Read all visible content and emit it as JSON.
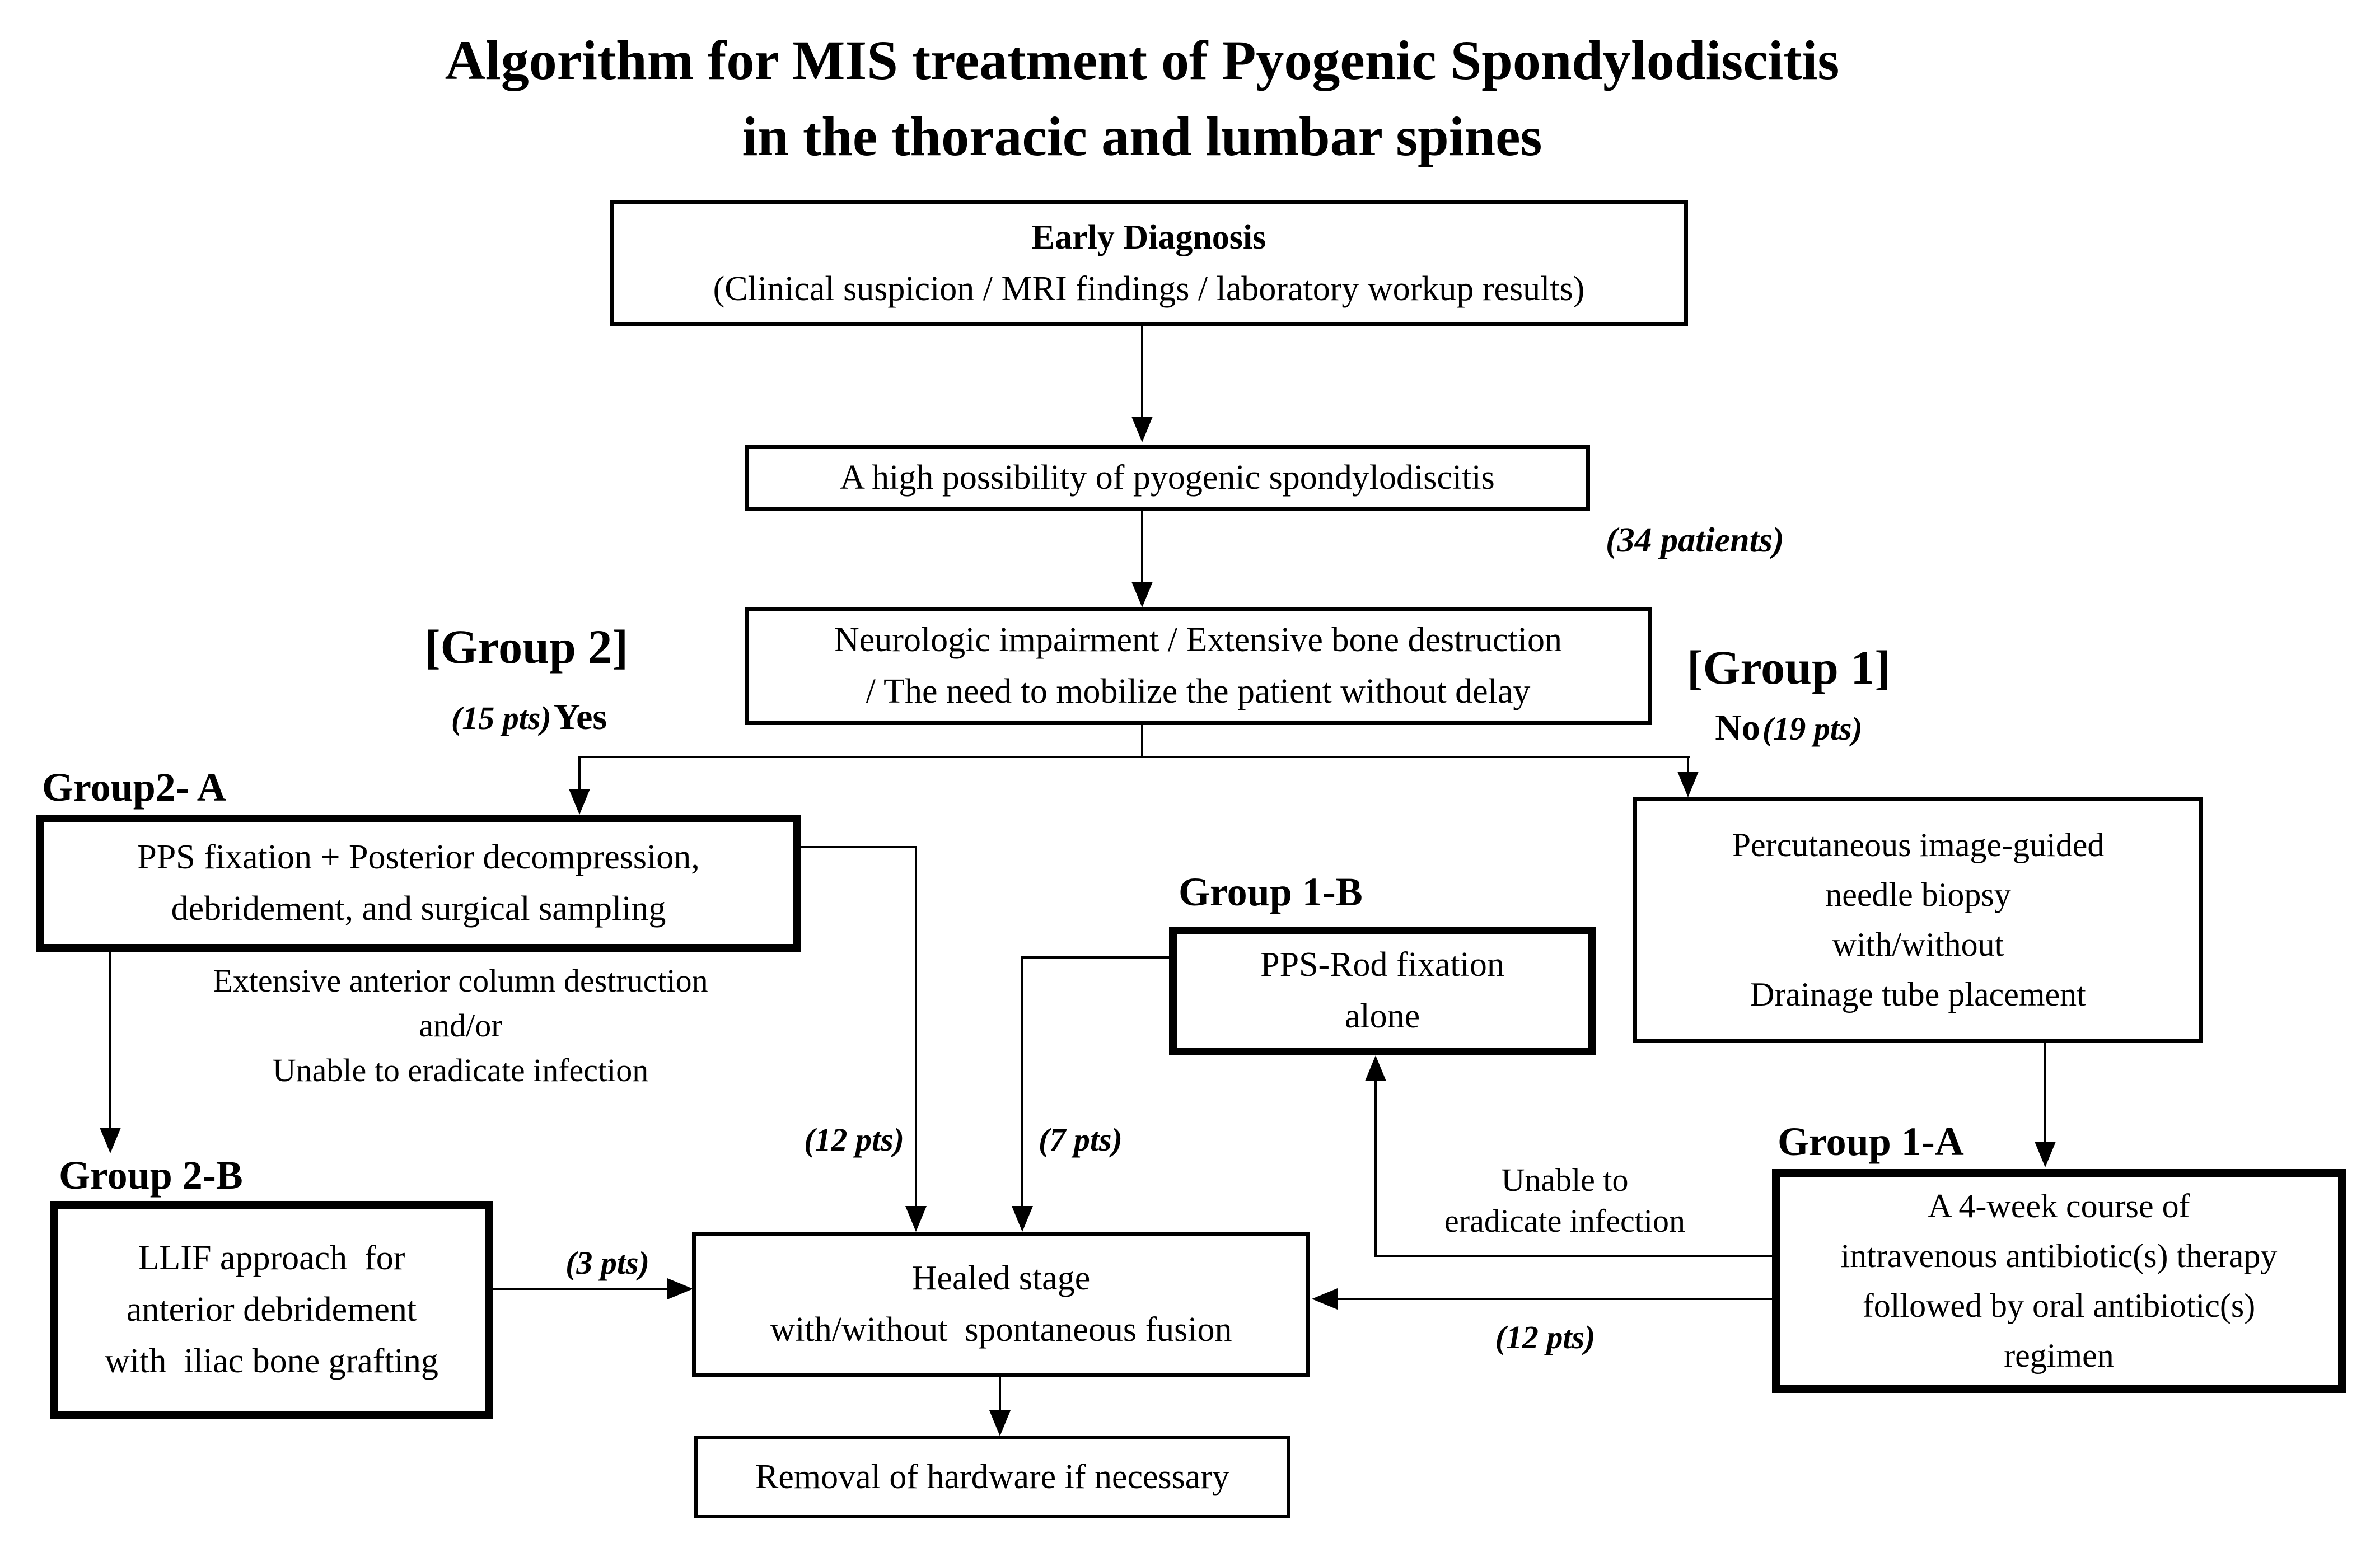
{
  "title": {
    "line1": "Algorithm for MIS treatment of Pyogenic Spondylodiscitis",
    "line2": "in the thoracic and lumbar spines"
  },
  "nodes": {
    "early_diagnosis": {
      "heading": "Early Diagnosis",
      "detail": "(Clinical suspicion / MRI findings / laboratory workup results)"
    },
    "high_possibility": {
      "text": "A high possibility of pyogenic spondylodiscitis"
    },
    "decision": {
      "line1": "Neurologic impairment / Extensive bone destruction",
      "line2": "/ The need to mobilize the patient without delay"
    },
    "group2a": {
      "label": "Group2- A",
      "line1": "PPS fixation + Posterior decompression,",
      "line2": "debridement, and surgical sampling"
    },
    "criteria_2b": {
      "line1": "Extensive anterior column destruction",
      "line2": "and/or",
      "line3": "Unable to eradicate infection"
    },
    "group2b": {
      "label": "Group 2-B",
      "line1": "LLIF approach  for",
      "line2": "anterior debridement",
      "line3": "with  iliac bone grafting"
    },
    "group1b": {
      "label": "Group 1-B",
      "line1": "PPS-Rod fixation",
      "line2": "alone"
    },
    "percutaneous": {
      "line1": "Percutaneous image-guided",
      "line2": "needle biopsy",
      "line3": "with/without",
      "line4": "Drainage tube placement"
    },
    "group1a": {
      "label": "Group 1-A",
      "line1": "A 4-week course of",
      "line2": "intravenous antibiotic(s) therapy",
      "line3": "followed by oral antibiotic(s)",
      "line4": "regimen"
    },
    "unable_to_eradicate": {
      "line1": "Unable to",
      "line2": "eradicate infection"
    },
    "healed": {
      "line1": "Healed stage",
      "line2": "with/without  spontaneous fusion"
    },
    "removal": {
      "text": "Removal of hardware if necessary"
    }
  },
  "annotations": {
    "patients_total": "(34 patients)",
    "group2_bracket": "[Group 2]",
    "group2_pts": "(15 pts)",
    "group2_answer": "Yes",
    "group1_bracket": "[Group 1]",
    "group1_answer": "No",
    "group1_pts": "(19 pts)",
    "pts_12_group2a": "(12 pts)",
    "pts_7_group1b": "(7 pts)",
    "pts_3_group2b": "(3 pts)",
    "pts_12_group1a": "(12 pts)"
  },
  "colors": {
    "ink": "#000000",
    "background": "#ffffff"
  }
}
